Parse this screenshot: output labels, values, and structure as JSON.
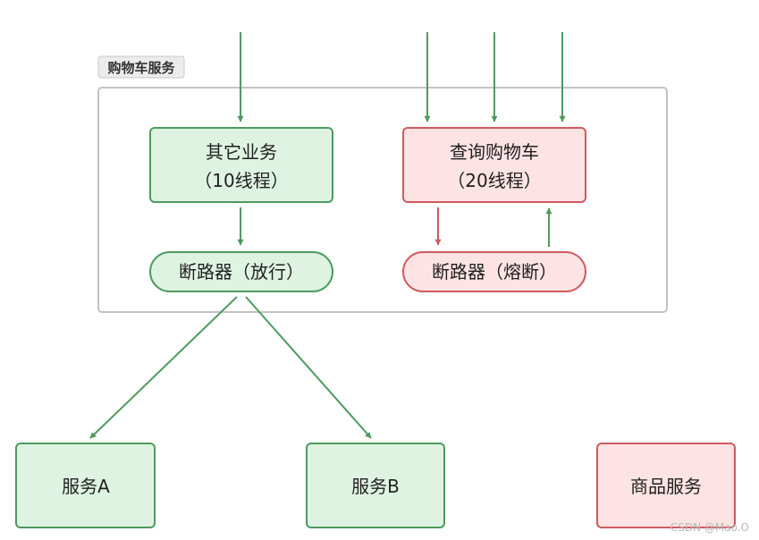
{
  "group": {
    "label": "购物车服务"
  },
  "nodes": {
    "other_business": {
      "line1": "其它业务",
      "line2": "（10线程）"
    },
    "query_cart": {
      "line1": "查询购物车",
      "line2": "（20线程）"
    },
    "breaker_pass": {
      "label": "断路器（放行）"
    },
    "breaker_fuse": {
      "label": "断路器（熔断）"
    },
    "service_a": {
      "label": "服务A"
    },
    "service_b": {
      "label": "服务B"
    },
    "product_service": {
      "label": "商品服务"
    }
  },
  "watermark": "CSDN @Mao.O",
  "colors": {
    "green_fill": "#dff3e3",
    "green_stroke": "#4d9a5e",
    "red_fill": "#fde3e3",
    "red_stroke": "#cf5a5f",
    "group_stroke": "#c2c2c2",
    "group_label_fill": "#ececec"
  }
}
